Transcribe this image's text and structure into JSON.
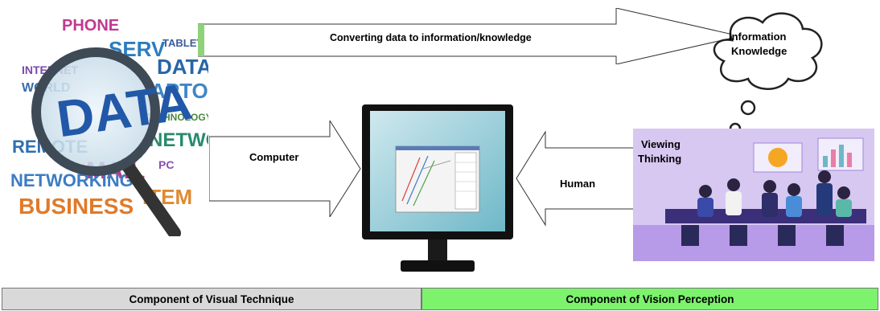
{
  "arrows": {
    "top_label": "Converting data to information/knowledge",
    "computer_label": "Computer",
    "human_label": "Human"
  },
  "cloud": {
    "line1": "Information",
    "line2": "Knowledge"
  },
  "data_cloud": {
    "main_word": "DATA",
    "words": [
      "PHONE",
      "SERV",
      "TABLET",
      "DATA",
      "LAPTOP",
      "WORLD",
      "INTERNET",
      "REMOTE",
      "MAIL",
      "NETWORK",
      "NETWORKING",
      "BUSINESS",
      "ITEM",
      "TECHNOLOGY",
      "PC"
    ]
  },
  "team_image": {
    "caption_line1": "Viewing",
    "caption_line2": "Thinking"
  },
  "bottom_bar": {
    "left_label": "Component of Visual Technique",
    "right_label": "Component of Vision Perception",
    "left_color": "#d9d9d9",
    "right_color": "#7cf26d"
  }
}
